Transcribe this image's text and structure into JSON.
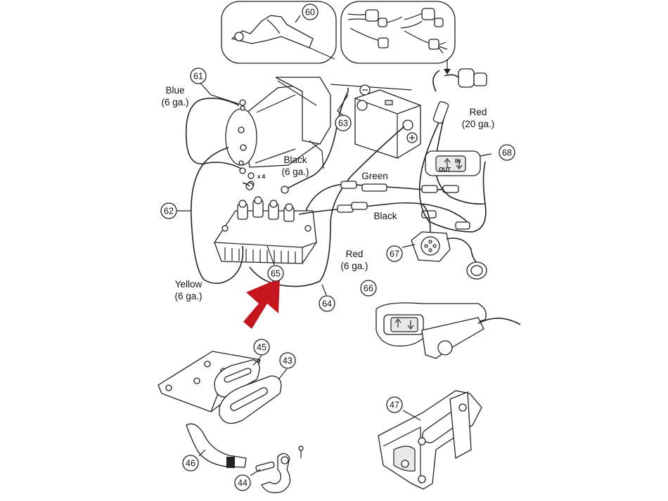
{
  "callouts": {
    "c60": "60",
    "c61": "61",
    "c62": "62",
    "c63": "63",
    "c64": "64",
    "c65": "65",
    "c66": "66",
    "c67": "67",
    "c68": "68",
    "c45": "45",
    "c43": "43",
    "c47": "47",
    "c46": "46",
    "c44": "44"
  },
  "labels": {
    "blue": "Blue",
    "blue_ga": "(6 ga.)",
    "black": "Black",
    "black_ga": "(6 ga.)",
    "green": "Green",
    "black2": "Black",
    "red20": "Red",
    "red20_ga": "(20 ga.)",
    "red6": "Red",
    "red6_ga": "(6 ga.)",
    "yellow": "Yellow",
    "yellow_ga": "(6 ga.)",
    "x4": "x 4"
  },
  "switch_text": {
    "in": "IN",
    "out": "OUT"
  },
  "icons": [
    "minus-terminal-icon",
    "plus-terminal-icon",
    "pointer-arrow-icon"
  ],
  "colors": {
    "arrow": "#c4161c",
    "ink": "#222222"
  }
}
